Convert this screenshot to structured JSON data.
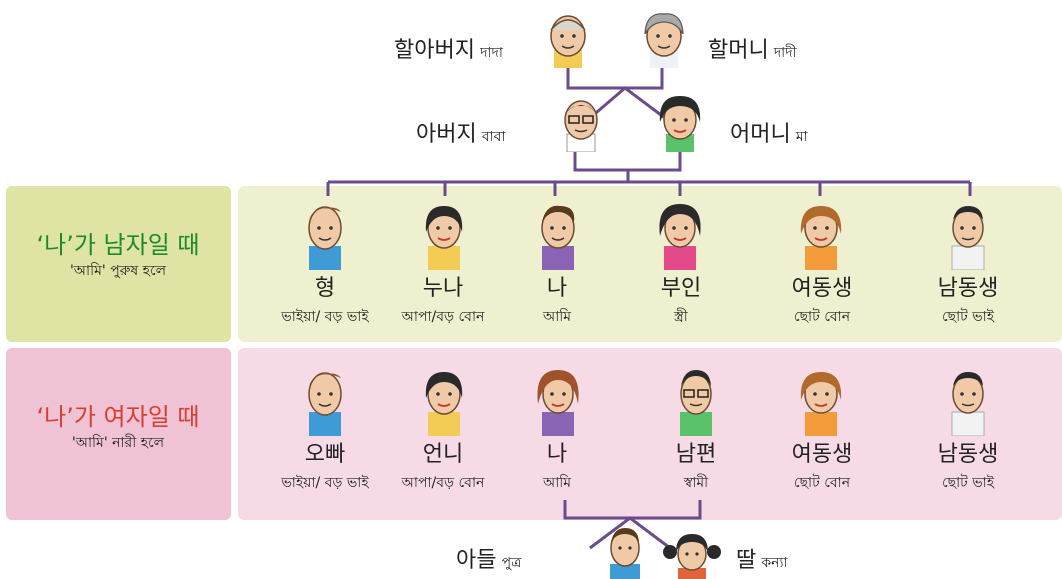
{
  "grandparents": {
    "grandfather": {
      "ko": "할아버지",
      "bn": "দাদা"
    },
    "grandmother": {
      "ko": "할머니",
      "bn": "দাদী"
    }
  },
  "parents": {
    "father": {
      "ko": "아버지",
      "bn": "বাবা"
    },
    "mother": {
      "ko": "어머니",
      "bn": "মা"
    }
  },
  "male_row": {
    "title_ko": "‘나’가 남자일 때",
    "title_bn": "'আমি' পুরুষ হলে",
    "title_color": "#1e8a2e",
    "bg": "#eef0cf",
    "members": [
      {
        "ko": "형",
        "bn": "ভাইয়া/ বড় ভাই"
      },
      {
        "ko": "누나",
        "bn": "আপা/বড় বোন"
      },
      {
        "ko": "나",
        "bn": "আমি"
      },
      {
        "ko": "부인",
        "bn": "স্ত্রী"
      },
      {
        "ko": "여동생",
        "bn": "ছোট বোন"
      },
      {
        "ko": "남동생",
        "bn": "ছোট ভাই"
      }
    ]
  },
  "female_row": {
    "title_ko": "‘나’가 여자일 때",
    "title_bn": "'আমি' নারী হলে",
    "title_color": "#d6402e",
    "bg": "#f6dbe6",
    "members": [
      {
        "ko": "오빠",
        "bn": "ভাইয়া/ বড় ভাই"
      },
      {
        "ko": "언니",
        "bn": "আপা/বড় বোন"
      },
      {
        "ko": "나",
        "bn": "আমি"
      },
      {
        "ko": "남편",
        "bn": "স্বামী"
      },
      {
        "ko": "여동생",
        "bn": "ছোট বোন"
      },
      {
        "ko": "남동생",
        "bn": "ছোট ভাই"
      }
    ]
  },
  "children": {
    "son": {
      "ko": "아들",
      "bn": "পুত্র"
    },
    "daughter": {
      "ko": "딸",
      "bn": "কন্যা"
    }
  },
  "colors": {
    "line": "#6a4c8c",
    "title_panel_male": "#dfe3a4",
    "title_panel_female": "#f0c2d6"
  }
}
